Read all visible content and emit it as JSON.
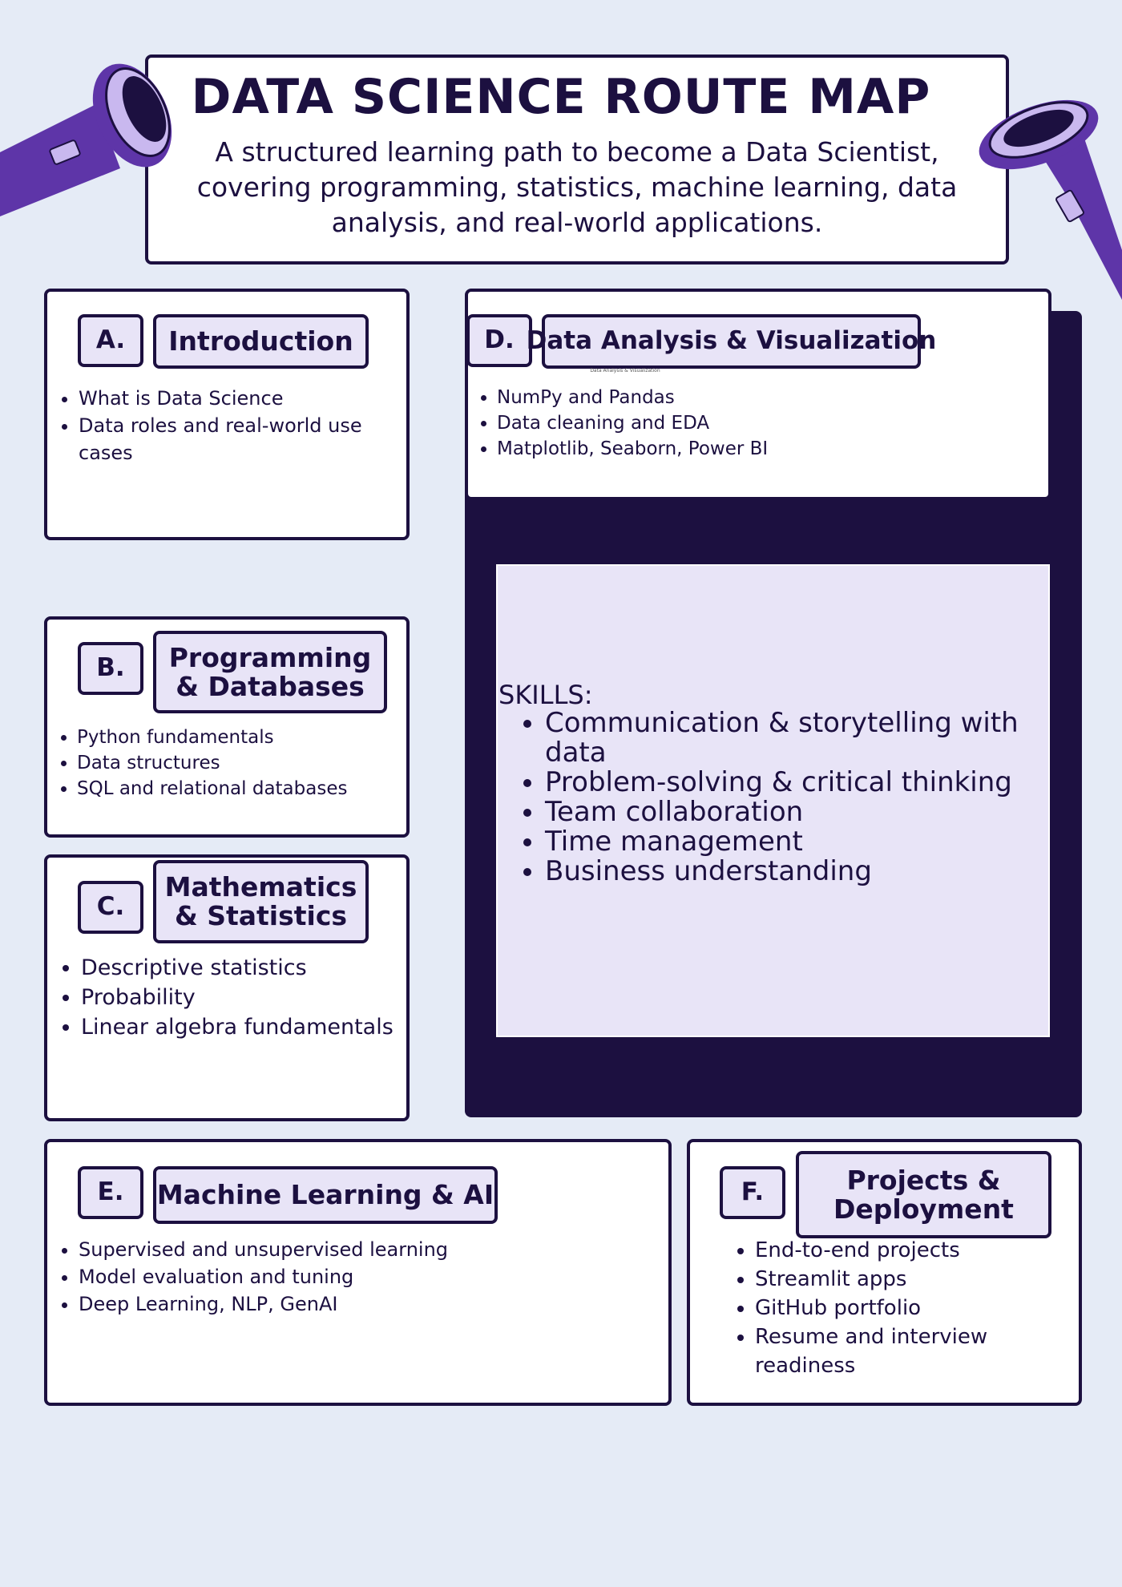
{
  "header": {
    "title": "DATA SCIENCE ROUTE MAP",
    "subtitle": "A structured learning path to become a Data Scientist, covering programming, statistics, machine learning, data analysis, and real-world applications."
  },
  "sections": {
    "a": {
      "letter": "A.",
      "title": "Introduction",
      "items": [
        "What is Data Science",
        "Data roles and real-world use cases"
      ]
    },
    "b": {
      "letter": "B.",
      "title": "Programming & Databases",
      "items": [
        "Python fundamentals",
        "Data structures",
        "SQL and relational databases"
      ]
    },
    "c": {
      "letter": "C.",
      "title": "Mathematics & Statistics",
      "items": [
        "Descriptive statistics",
        "Probability",
        "Linear algebra fundamentals"
      ]
    },
    "d": {
      "letter": "D.",
      "title": "Data Analysis & Visualization",
      "caption": "Data Analysis & Visualization",
      "items": [
        "NumPy and Pandas",
        "Data cleaning and EDA",
        "Matplotlib, Seaborn, Power BI"
      ]
    },
    "e": {
      "letter": "E.",
      "title": "Machine Learning & AI",
      "items": [
        "Supervised and unsupervised learning",
        "Model evaluation and tuning",
        "Deep Learning, NLP, GenAI"
      ]
    },
    "f": {
      "letter": "F.",
      "title": "Projects & Deployment",
      "items": [
        "End-to-end projects",
        "Streamlit apps",
        "GitHub portfolio",
        "Resume and interview readiness"
      ]
    }
  },
  "skills": {
    "label": "SKILLS:",
    "items": [
      "Communication & storytelling with data",
      "Problem-solving & critical thinking",
      "Team collaboration",
      "Time management",
      "Business understanding"
    ]
  },
  "colors": {
    "background": "#e5ebf6",
    "ink": "#1c1040",
    "tag_fill": "#e8e4f7",
    "torch_purple": "#5e35a8",
    "torch_light": "#c9b8ef"
  },
  "icons": {
    "left": "flashlight-icon",
    "right": "flashlight-icon"
  }
}
